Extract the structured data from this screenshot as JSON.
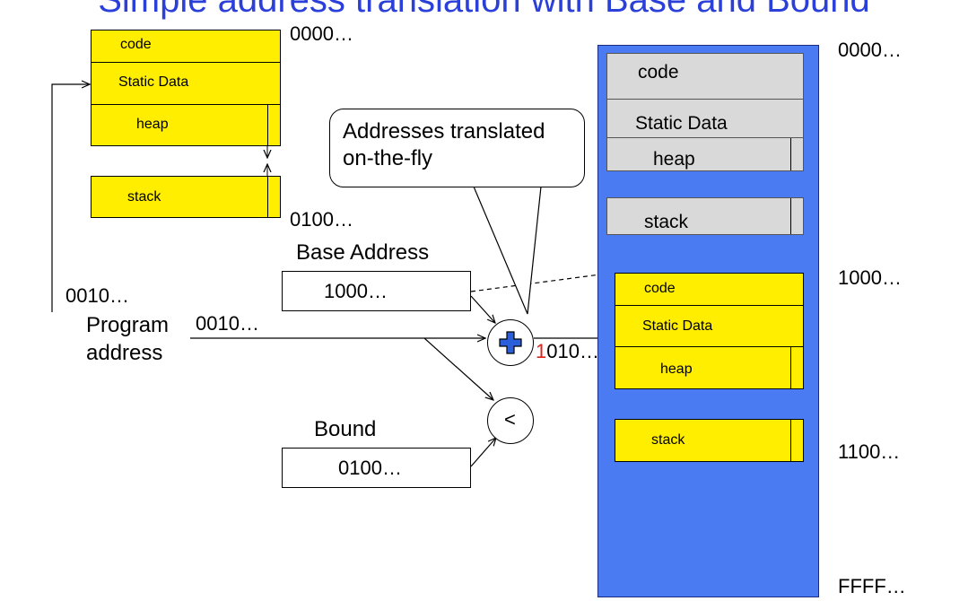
{
  "title": "Simple address translation with Base and Bound",
  "virtual_space": {
    "segments": [
      "code",
      "Static Data",
      "heap",
      "stack"
    ],
    "addr_top": "0000…",
    "addr_bottom": "0100…"
  },
  "callout": "Addresses translated on-the-fly",
  "base": {
    "label": "Base Address",
    "value": "1000…"
  },
  "bound": {
    "label": "Bound",
    "value": "0100…"
  },
  "program": {
    "label_line1": "Program",
    "label_line2": "address",
    "value_left": "0010…",
    "value_arrow": "0010…"
  },
  "adder": {
    "result_prefix": "1",
    "result_rest": "010…",
    "symbol": "plus-icon"
  },
  "compare": {
    "symbol": "<"
  },
  "physical": {
    "segments_other": [
      "code",
      "Static Data",
      "heap",
      "stack"
    ],
    "segments_this": [
      "code",
      "Static Data",
      "heap",
      "stack"
    ],
    "addr_0000": "0000…",
    "addr_1000": "1000…",
    "addr_1100": "1100…",
    "addr_ffff": "FFFF…"
  },
  "colors": {
    "title": "#2b3fd9",
    "memory": "#4a7bf2",
    "segment": "#ffee00",
    "other_segment": "#d9d9d9",
    "plus": "#2b5fd9",
    "highlight": "#e0201a"
  }
}
